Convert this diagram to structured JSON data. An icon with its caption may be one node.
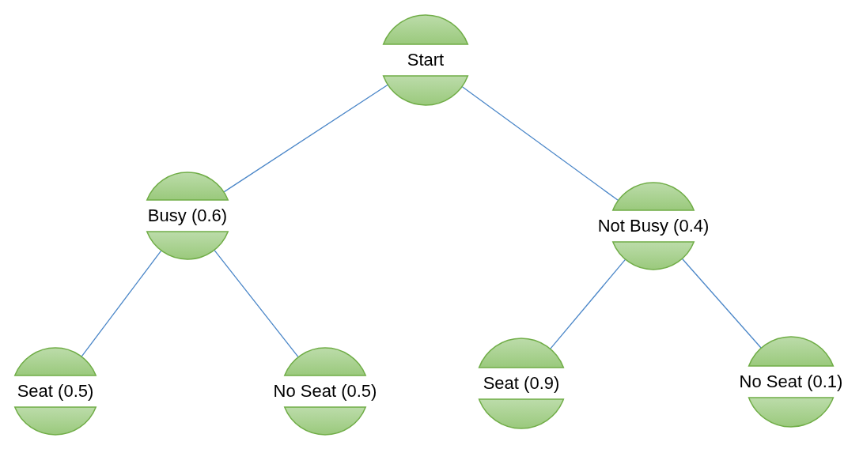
{
  "diagram": {
    "nodes": [
      {
        "text": [
          "Start"
        ]
      },
      {
        "text": [
          "Busy (0.6)"
        ]
      },
      {
        "text": [
          "Not Busy (0.4)"
        ]
      },
      {
        "text": [
          "Seat (0.5)"
        ]
      },
      {
        "text": [
          "No Seat (0.5)"
        ]
      },
      {
        "text": [
          "Seat (0.9)"
        ]
      },
      {
        "text": [
          "No Seat (0.1)"
        ]
      }
    ],
    "edges": [
      {
        "from": 0,
        "to": 1,
        "arrow": "none"
      },
      {
        "from": 0,
        "to": 2,
        "arrow": "none"
      },
      {
        "from": 1,
        "to": 3,
        "arrow": "none"
      },
      {
        "from": 1,
        "to": 4,
        "arrow": "none"
      },
      {
        "from": 2,
        "to": 5,
        "arrow": "none"
      },
      {
        "from": 2,
        "to": 6,
        "arrow": "none"
      }
    ]
  }
}
